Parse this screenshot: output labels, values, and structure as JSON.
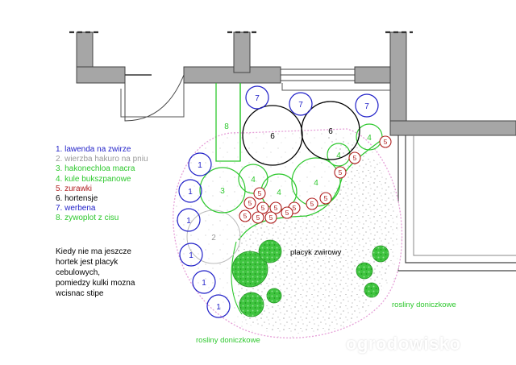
{
  "legend": [
    {
      "label": "1. lawenda na zwirze",
      "color": "#1f1fc8"
    },
    {
      "label": "2. wierzba hakuro na pniu",
      "color": "#9a9a9a"
    },
    {
      "label": "3. hakonechloa macra",
      "color": "#2ec82e"
    },
    {
      "label": "4. kule bukszpanowe",
      "color": "#2ec82e"
    },
    {
      "label": "5. zurawki",
      "color": "#b02020"
    },
    {
      "label": "6. hortensje",
      "color": "#000000"
    },
    {
      "label": "7. werbena",
      "color": "#1f1fc8"
    },
    {
      "label": "8. zywoplot z cisu",
      "color": "#2ec82e"
    }
  ],
  "note_lines": [
    "Kiedy nie ma jeszcze",
    "hortek jest placyk",
    "cebulowych,",
    "pomiedzy kulki mozna",
    "wcisnac stipe"
  ],
  "labels": {
    "placyk": "placyk zwirowy",
    "doniczki_right": "rosliny doniczkowe",
    "doniczki_bottom": "rosliny doniczkowe",
    "watermark": "ogrodowisko"
  },
  "plants": {
    "lawenda": "1",
    "wierzba": "2",
    "hakonechloa": "3",
    "bukszpan": "4",
    "zurawki": "5",
    "hortensje": "6",
    "werbena": "7",
    "cis": "8"
  },
  "colors": {
    "wall": "#a6a6a6",
    "blue": "#1f1fc8",
    "green": "#2ec82e",
    "red": "#b02020",
    "grey": "#9a9a9a",
    "gravel_border": "#e6a0d8"
  }
}
